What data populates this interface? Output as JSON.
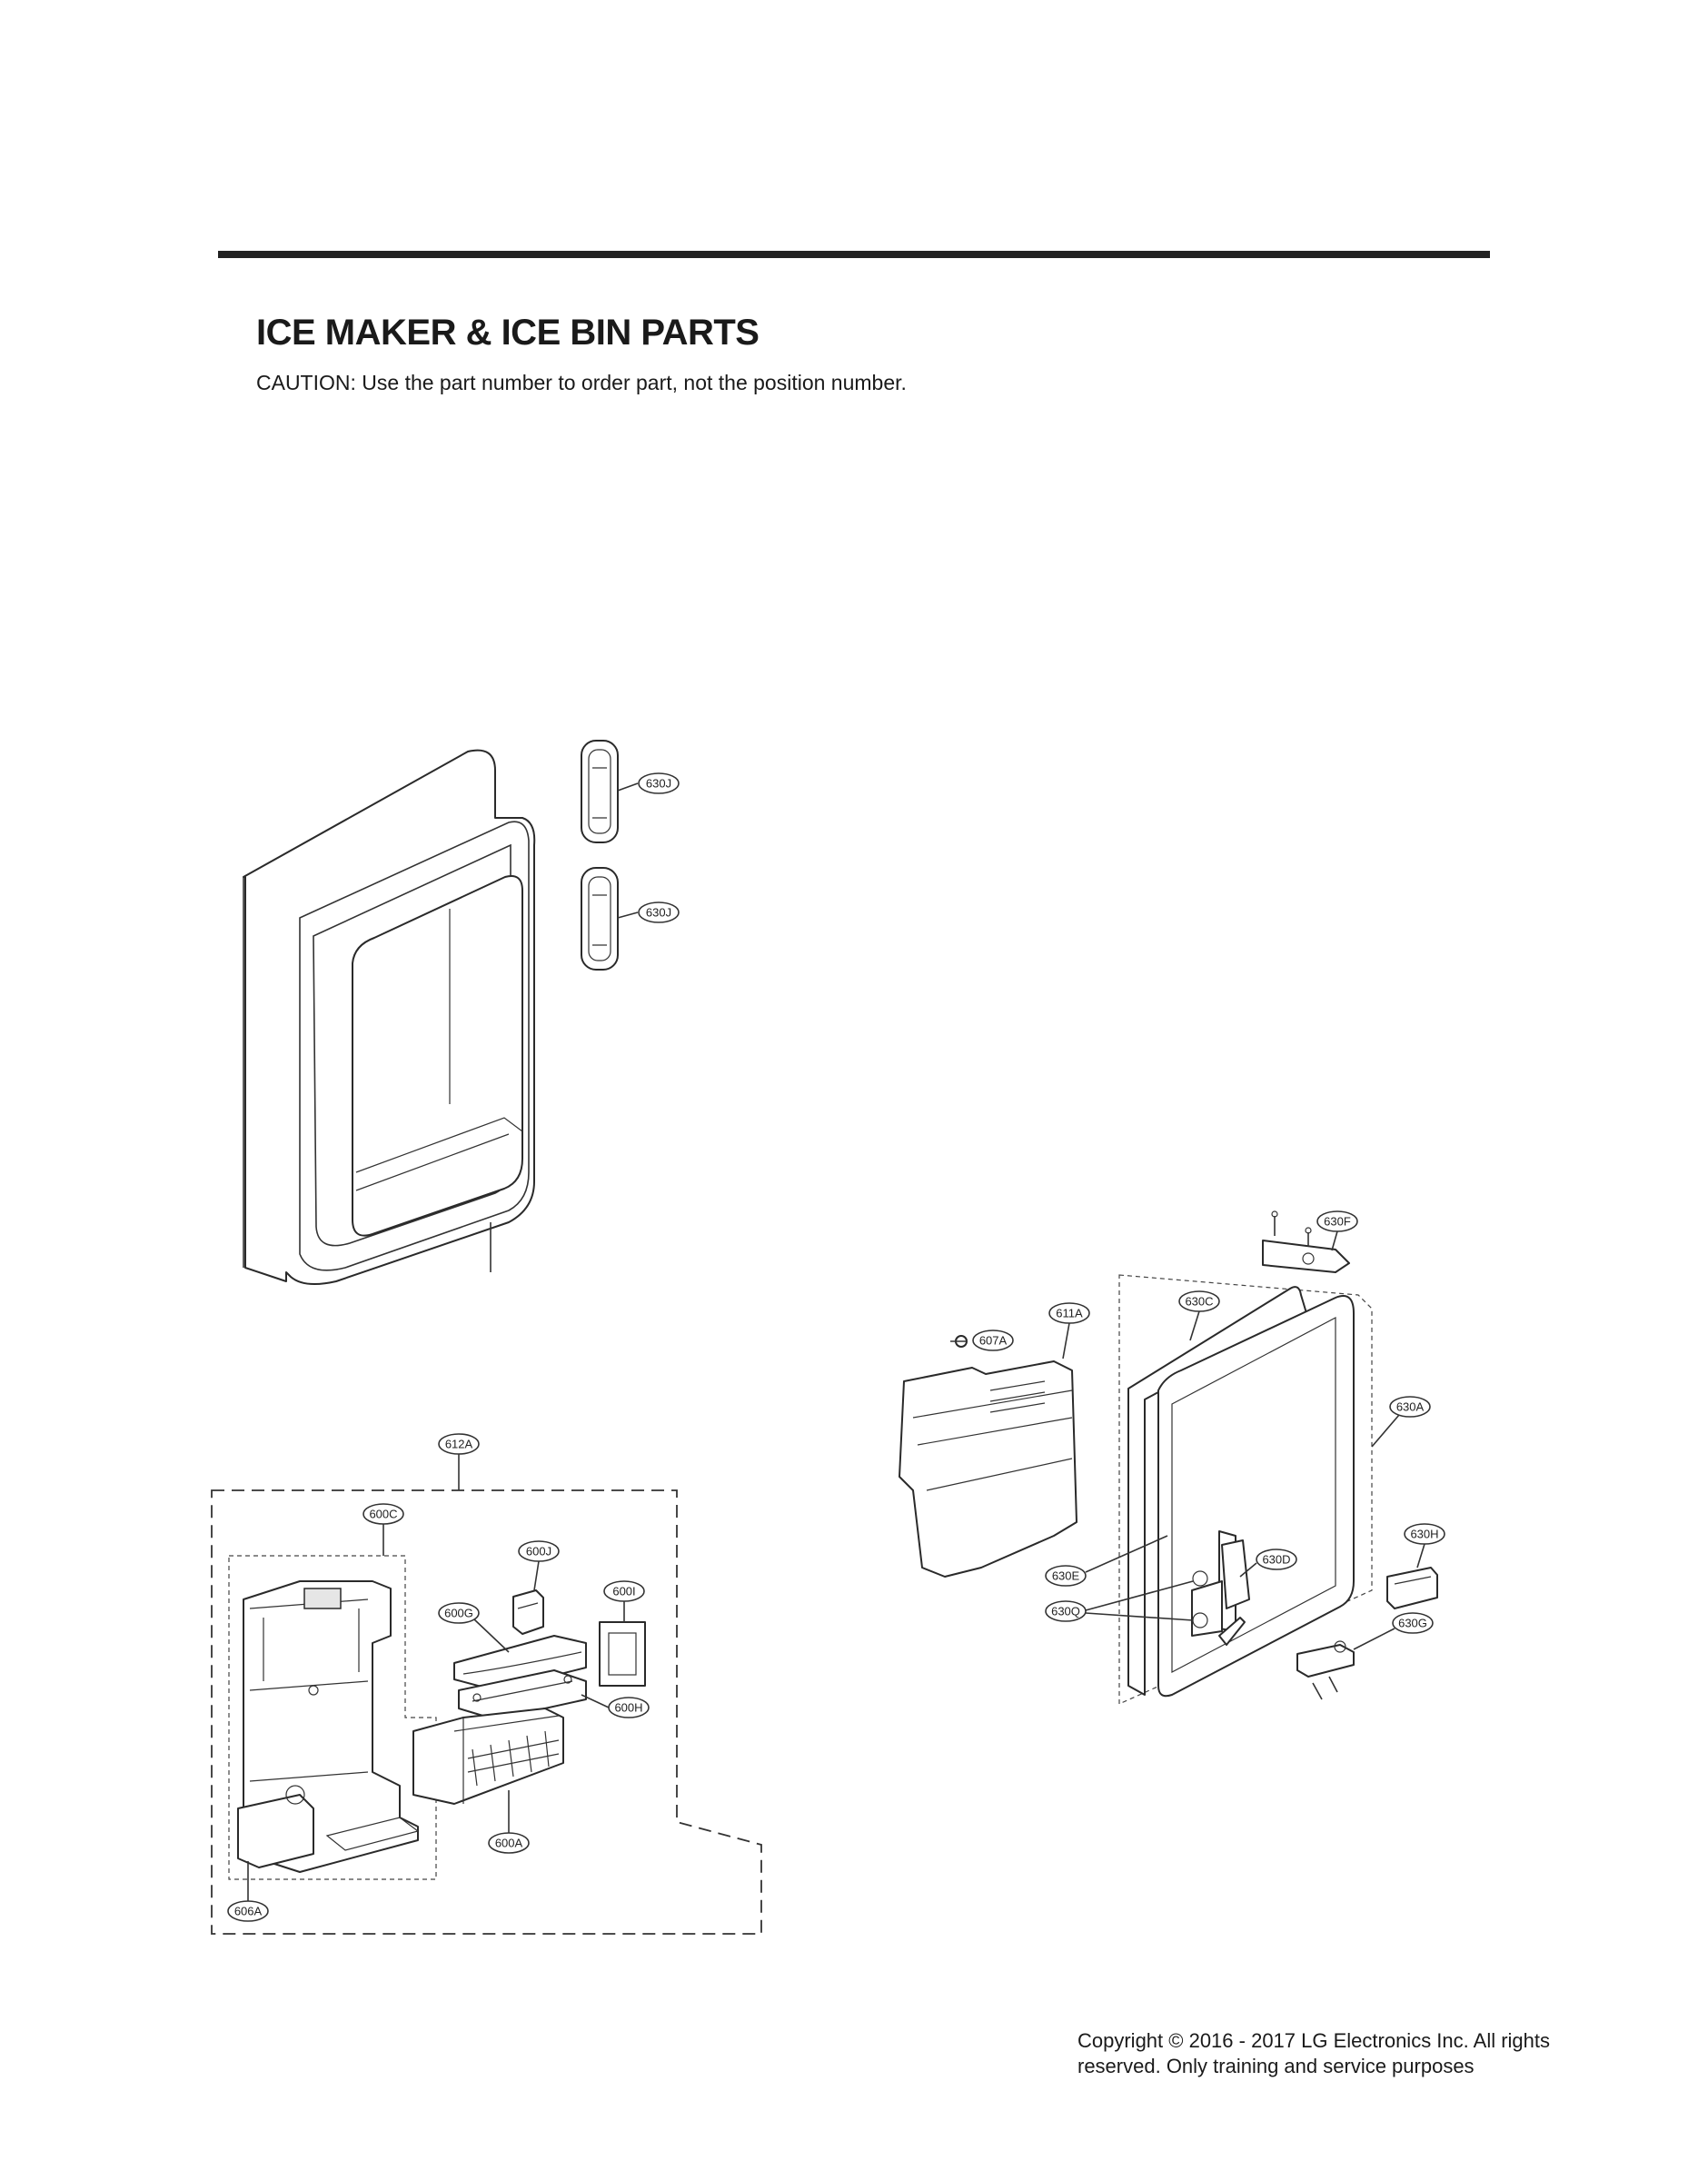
{
  "header": {
    "title": "ICE MAKER & ICE BIN PARTS",
    "caution": "CAUTION: Use the part number to order part, not the position number."
  },
  "callouts": {
    "c630J_top": "630J",
    "c630J_bottom": "630J",
    "c612A": "612A",
    "c600C": "600C",
    "c600J": "600J",
    "c600I": "600I",
    "c600G": "600G",
    "c600H": "600H",
    "c600A": "600A",
    "c606A": "606A",
    "c630F": "630F",
    "c630C": "630C",
    "c611A": "611A",
    "c607A": "607A",
    "c630A": "630A",
    "c630H": "630H",
    "c630D": "630D",
    "c630E": "630E",
    "c630Q": "630Q",
    "c630G": "630G"
  },
  "footer": {
    "copyright": "Copyright © 2016 - 2017 LG Electronics Inc. All rights reserved. Only training and service purposes"
  }
}
